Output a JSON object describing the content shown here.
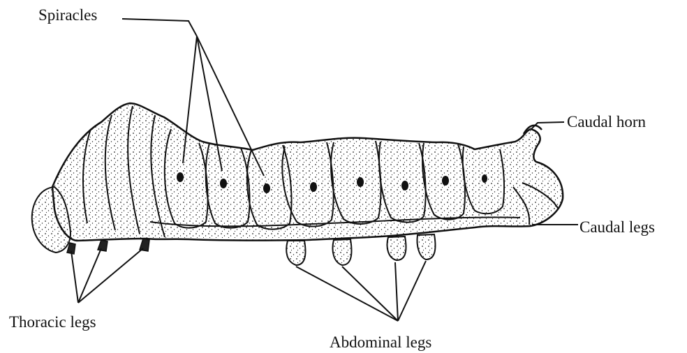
{
  "figure": {
    "subject": "silkworm-larva",
    "ink_color": "#111111",
    "body_fill": "#ffffff"
  },
  "labels": {
    "spiracles": "Spiracles",
    "caudal_horn": "Caudal horn",
    "caudal_legs": "Caudal legs",
    "thoracic_legs": "Thoracic legs",
    "abdominal_legs": "Abdominal legs"
  }
}
